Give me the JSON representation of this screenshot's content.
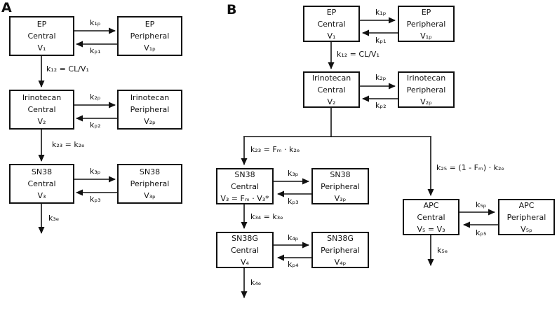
{
  "figure": {
    "colors": {
      "line": "#111111",
      "background": "#ffffff"
    },
    "panels": {
      "A": {
        "label": "A",
        "boxes": {
          "ep_central": [
            "EP",
            "Central",
            "V₁"
          ],
          "ep_peripheral": [
            "EP",
            "Peripheral",
            "V₁ₚ"
          ],
          "irinotecan_central": [
            "Irinotecan",
            "Central",
            "V₂"
          ],
          "irinotecan_peripheral": [
            "Irinotecan",
            "Peripheral",
            "V₂ₚ"
          ],
          "sn38_central": [
            "SN38",
            "Central",
            "V₃"
          ],
          "sn38_peripheral": [
            "SN38",
            "Peripheral",
            "V₃ₚ"
          ]
        },
        "rates": {
          "k1p": "k₁ₚ",
          "kp1": "kₚ₁",
          "k12": "k₁₂ = CL/V₁",
          "k2p": "k₂ₚ",
          "kp2": "kₚ₂",
          "k23": "k₂₃ = k₂ₑ",
          "k3p": "k₃ₚ",
          "kp3": "kₚ₃",
          "k3e": "k₃ₑ"
        }
      },
      "B": {
        "label": "B",
        "boxes": {
          "ep_central": [
            "EP",
            "Central",
            "V₁"
          ],
          "ep_peripheral": [
            "EP",
            "Peripheral",
            "V₁ₚ"
          ],
          "irinotecan_central": [
            "Irinotecan",
            "Central",
            "V₂"
          ],
          "irinotecan_peripheral": [
            "Irinotecan",
            "Peripheral",
            "V₂ₚ"
          ],
          "sn38_central": [
            "SN38",
            "Central",
            "V₃ = Fₘ · V₃*"
          ],
          "sn38_peripheral": [
            "SN38",
            "Peripheral",
            "V₃ₚ"
          ],
          "sn38g_central": [
            "SN38G",
            "Central",
            "V₄"
          ],
          "sn38g_peripheral": [
            "SN38G",
            "Peripheral",
            "V₄ₚ"
          ],
          "apc_central": [
            "APC",
            "Central",
            "V₅ = V₃"
          ],
          "apc_peripheral": [
            "APC",
            "Peripheral",
            "V₅ₚ"
          ]
        },
        "rates": {
          "k1p": "k₁ₚ",
          "kp1": "kₚ₁",
          "k12": "k₁₂ = CL/V₁",
          "k2p": "k₂ₚ",
          "kp2": "kₚ₂",
          "k23": "k₂₃ = Fₘ · k₂ₑ",
          "k25": "k₂₅ = (1 - Fₘ) · k₂ₑ",
          "k3p": "k₃ₚ",
          "kp3": "kₚ₃",
          "k34": "k₃₄ = k₃ₑ",
          "k4p": "k₄ₚ",
          "kp4": "kₚ₄",
          "k4e": "k₄ₑ",
          "k5p": "k₅ₚ",
          "kp5": "kₚ₅",
          "k5e": "k₅ₑ"
        }
      }
    }
  }
}
